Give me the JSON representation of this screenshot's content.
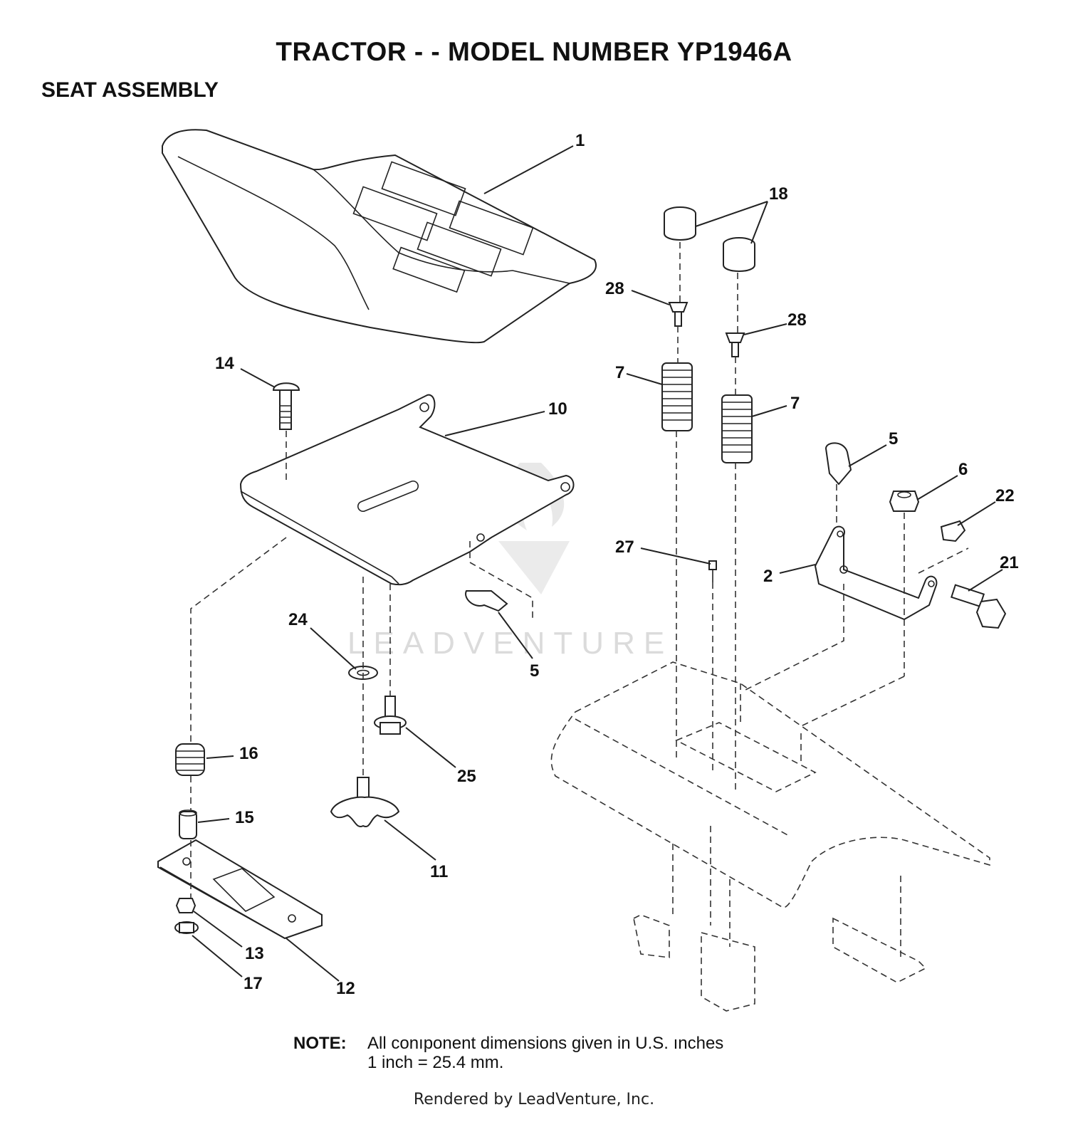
{
  "title": "TRACTOR - - MODEL NUMBER YP1946A",
  "subtitle": "SEAT ASSEMBLY",
  "watermark": "LEADVENTURE",
  "callouts": [
    "1",
    "18",
    "28",
    "28",
    "7",
    "7",
    "14",
    "10",
    "5",
    "6",
    "22",
    "27",
    "2",
    "21",
    "24",
    "5",
    "16",
    "25",
    "15",
    "11",
    "13",
    "17",
    "12"
  ],
  "note": {
    "label": "NOTE:",
    "line1": "All conıponent dimensions given in U.S. ınches",
    "line2": "1 inch = 25.4 mm."
  },
  "footer": "Rendered by LeadVenture, Inc."
}
